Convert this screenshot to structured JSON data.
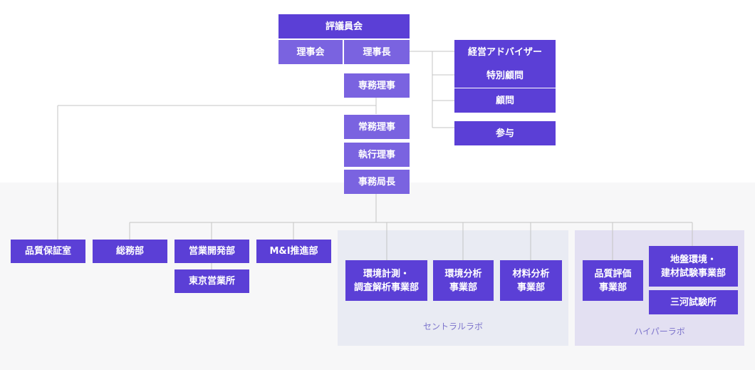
{
  "colors": {
    "box": "#5b3fd6",
    "box_light": "#7a63e0",
    "line": "#c4c4c4",
    "panel_central": "#e9ebf3",
    "panel_hyper": "#e3e0f2",
    "panel_label": "#7d74cc"
  },
  "nodes": {
    "council": "評議員会",
    "board": "理事会",
    "chairman": "理事長",
    "senior_director": "専務理事",
    "managing_director": "常務理事",
    "executive_director": "執行理事",
    "secretary_general": "事務局長",
    "management_advisor": "経営アドバイザー",
    "special_advisor": "特別顧問",
    "advisor": "顧問",
    "counselor": "参与",
    "quality_assurance": "品質保証室",
    "general_affairs": "総務部",
    "sales_development": "営業開発部",
    "tokyo_sales_office": "東京営業所",
    "mi_promotion": "M&I推進部",
    "env_measurement": "環境計測・\n調査解析事業部",
    "env_analysis": "環境分析\n事業部",
    "material_analysis": "材料分析\n事業部",
    "quality_evaluation": "品質評価\n事業部",
    "ground_env": "地盤環境・\n建材試験事業部",
    "mikawa_lab": "三河試験所"
  },
  "groups": {
    "central_lab": "セントラルラボ",
    "hyper_lab": "ハイパーラボ"
  }
}
